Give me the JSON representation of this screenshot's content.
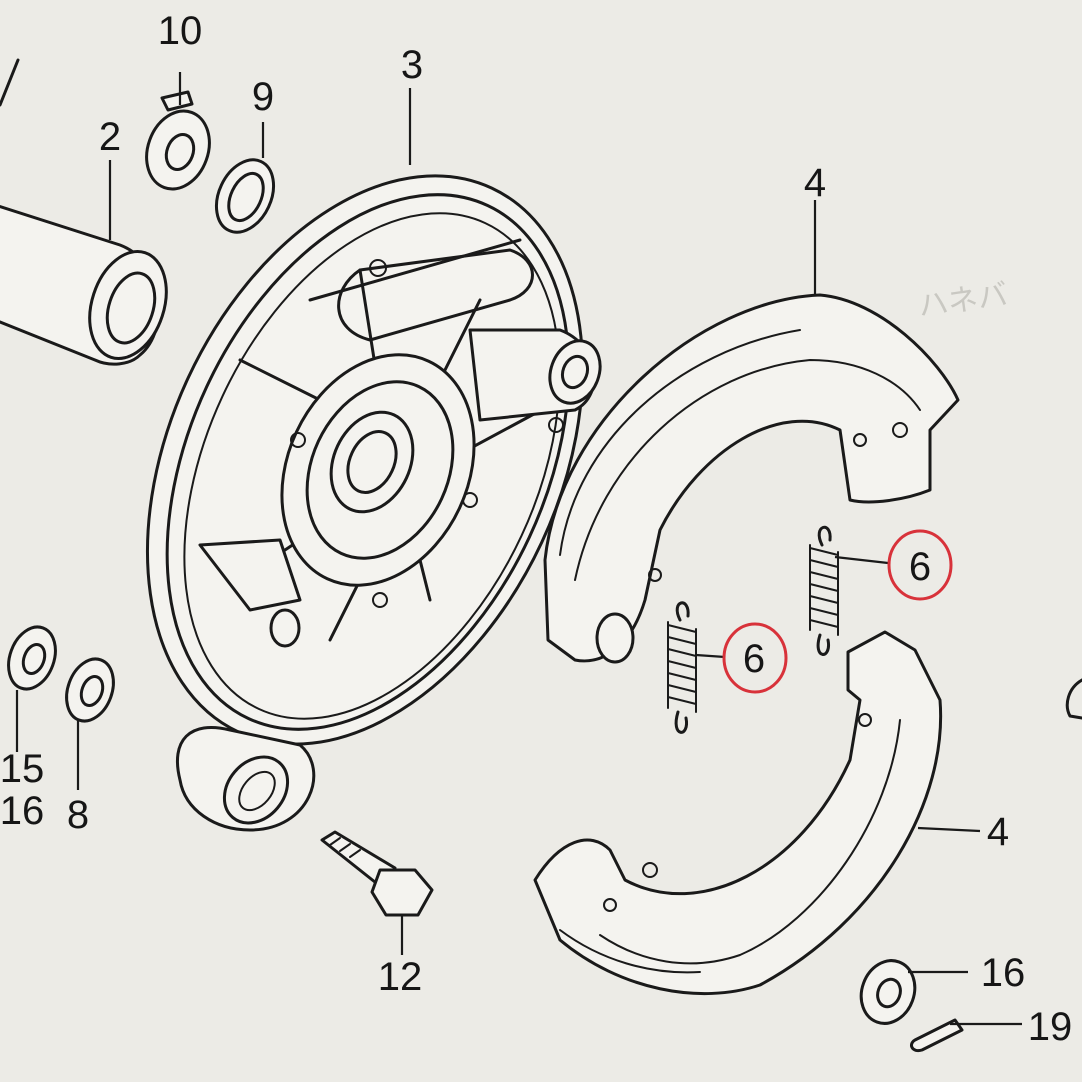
{
  "callouts": {
    "c10": "10",
    "c9": "9",
    "c3": "3",
    "c2": "2",
    "c4_top": "4",
    "c6_right": "6",
    "c6_left": "6",
    "c15": "15",
    "c16_left": "16",
    "c8": "8",
    "c12": "12",
    "c4_bottom": "4",
    "c16_right": "16",
    "c19": "19"
  },
  "highlighted": [
    "c6_right",
    "c6_left"
  ],
  "colors": {
    "highlight_circle": "#d8323a",
    "line_art": "#1a1a1a",
    "paper": "#ecebe6"
  },
  "background_text": "ハネバ"
}
